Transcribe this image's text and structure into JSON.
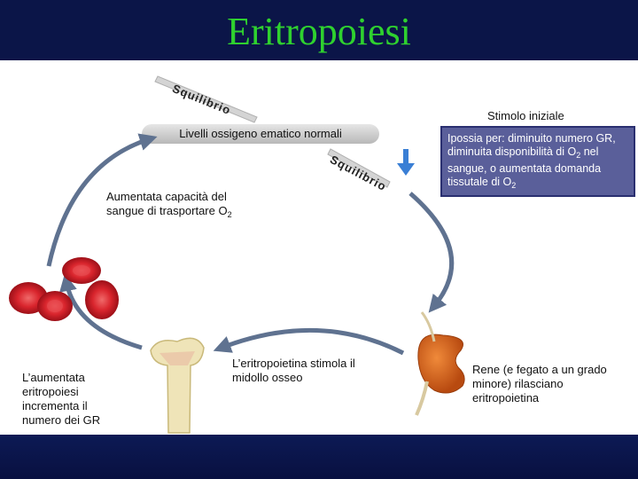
{
  "title": "Eritropoiesi",
  "labels": {
    "squilibrio_top": "Squilibrio",
    "squilibrio_bar": "Squilibrio",
    "stimolo": "Stimolo iniziale",
    "livelli": "Livelli ossigeno ematico normali",
    "aumentata_capacita": "Aumentata capacità del sangue di trasportare O",
    "ipossia_line1": "Ipossia per: diminuito numero GR, diminuita disponibilità di O",
    "ipossia_line2": " nel sangue, o aumentata domanda tissutale di O",
    "rene": "Rene (e fegato a un grado minore) rilasciano eritropoietina",
    "eritropoietina": "L’eritropoietina stimola il midollo osseo",
    "aumentata_eritropoiesi": "L’aumentata eritropoiesi incrementa il numero dei GR",
    "o2_subscript": "2"
  },
  "colors": {
    "title": "#2fd12f",
    "background": "#0b1548",
    "box": "#5a5f9a",
    "arrow": "#5f7290",
    "bar": "#cfcfcf",
    "rbc": "#e0202a",
    "kidney": "#d9631c",
    "bone": "#efe4b8"
  },
  "icons": [
    "blue-down-arrow-icon",
    "red-blood-cells-icon",
    "bone-icon",
    "kidney-icon"
  ]
}
